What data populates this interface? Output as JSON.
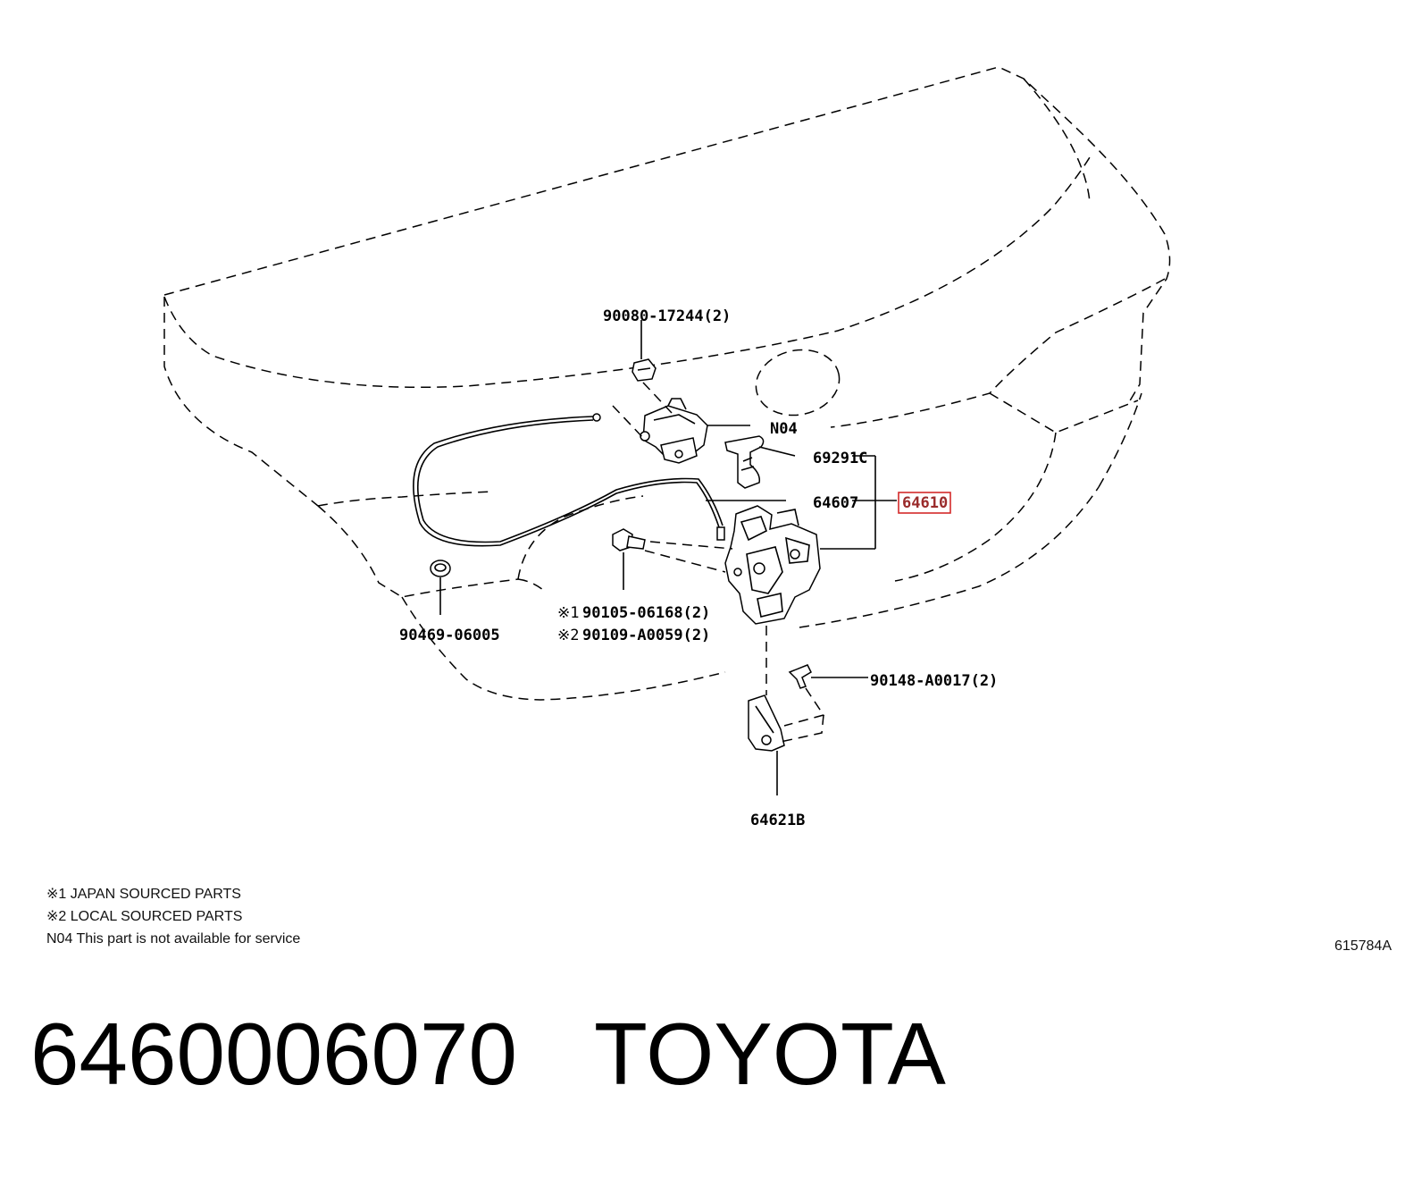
{
  "callouts": {
    "bolt_top": "90080-17244(2)",
    "n04": "N04",
    "cylinder": "69291C",
    "cable": "64607",
    "assembly": "64610",
    "screw_japan_mark": "※1",
    "screw_japan": "90105-06168(2)",
    "screw_local_mark": "※2",
    "screw_local": "90109-A0059(2)",
    "cushion": "90469-06005",
    "bracket_screw": "90148-A0017(2)",
    "bracket": "64621B"
  },
  "notes": [
    "※1 JAPAN SOURCED PARTS",
    "※2 LOCAL SOURCED PARTS",
    "N04 This part is not available for service"
  ],
  "illustration_code": "615784A",
  "caption": {
    "part_number": "6460006070",
    "brand": "TOYOTA"
  },
  "colors": {
    "line": "#000000",
    "highlight_box": "#d42a2a",
    "highlight_text": "#9a2b2b"
  }
}
